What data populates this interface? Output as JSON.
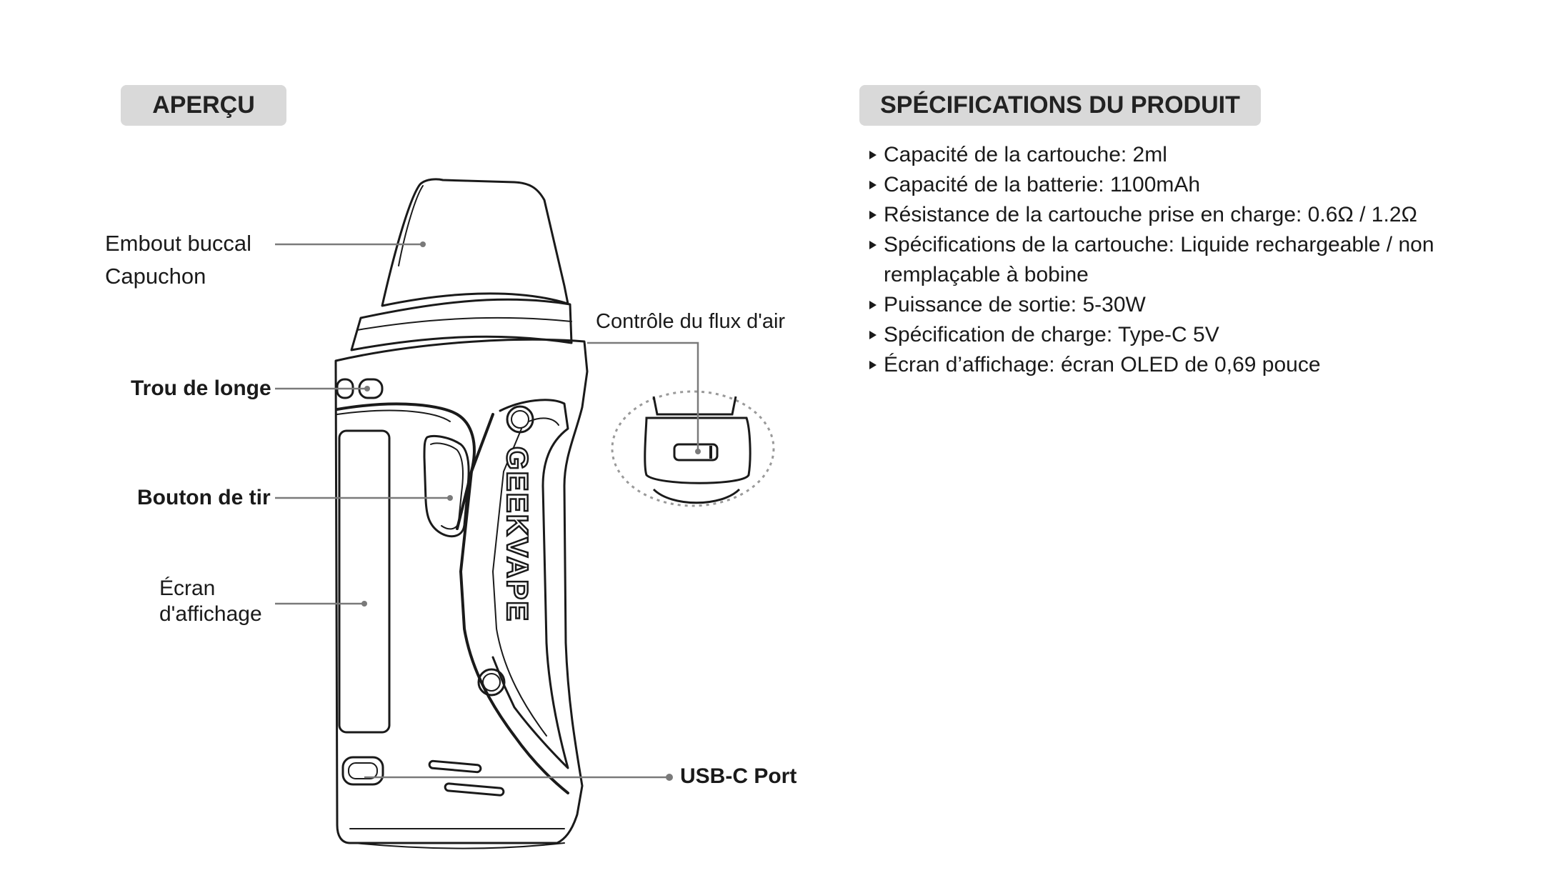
{
  "overview": {
    "title": "APERÇU",
    "labels": {
      "mouthpiece_line1": "Embout buccal",
      "mouthpiece_line2": "Capuchon",
      "lanyard_hole": "Trou de longe",
      "fire_button": "Bouton de tir",
      "display_line1": "Écran",
      "display_line2": "d'affichage",
      "airflow": "Contrôle du flux d'air",
      "usb": "USB-C Port"
    },
    "brand_text": "GEEKVAPE"
  },
  "specs": {
    "title": "SPÉCIFICATIONS DU PRODUIT",
    "items": [
      "Capacité de la cartouche: 2ml",
      "Capacité de la batterie: 1100mAh",
      "Résistance de la cartouche prise en charge: 0.6Ω / 1.2Ω",
      "Spécifications de la cartouche: Liquide rechargeable / non remplaçable à bobine",
      "Puissance de sortie: 5-30W",
      "Spécification de charge: Type-C 5V",
      "Écran d’affichage: écran OLED de 0,69 pouce"
    ]
  },
  "colors": {
    "badge_bg": "#d9d9d9",
    "line": "#1a1a1a",
    "leader": "#7a7a7a"
  }
}
